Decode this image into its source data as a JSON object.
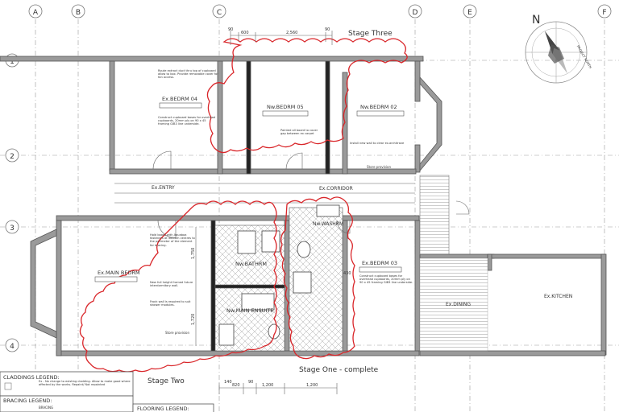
{
  "grid": {
    "columns": [
      "A",
      "B",
      "C",
      "D",
      "E",
      "F"
    ],
    "rows": [
      "1",
      "2",
      "3",
      "4"
    ]
  },
  "stages": {
    "three": "Stage Three",
    "two": "Stage Two",
    "one": "Stage One - complete"
  },
  "rooms": {
    "bedrm04": "Ex.BEDRM 04",
    "bedrm05": "Nw.BEDRM 05",
    "bedrm02": "Nw.BEDRM 02",
    "entry": "Ex.ENTRY",
    "corridor": "Ex.CORRIDOR",
    "bathrm": "Nw.BATHRM",
    "wash": "Nw.WASHRM",
    "bedrm03": "Ex.BEDRM 03",
    "main_bedrm": "Ex.MAIN BEDRM",
    "main_ensuite": "Nw.MAIN ENSUITE",
    "dining": "Ex.DINING",
    "kitchen": "Ex.KITCHEN"
  },
  "dims": {
    "top_90a": "90",
    "top_600": "600",
    "top_2560": "2,560",
    "top_90b": "90",
    "left_1750": "1,750",
    "left_1720": "1,720",
    "right_430": "430",
    "bot_140": "140",
    "bot_90": "90",
    "bot_820": "820",
    "bot_1200a": "1,200",
    "bot_1200b": "1,200"
  },
  "notes": {
    "route_extract": "Route extract duct thru top of cupboard allow to box. Provide removable cover for fan access.",
    "construct_cupboard_04": "Construct cupboard bases for overhead cupboards, 20mm ply on 90 x 45 framing GIB3 line underside.",
    "painted_board": "Painted all board to cover gap between ex carpet",
    "install_wall": "Install new wall to clear ex.architrave",
    "store_provision_top": "Store provision",
    "store_provision_bot": "Store provision",
    "hold_aquaboa": "Hold board with Aquaboa fasteners at 300mm centres to the perimeter of the element for bracing.",
    "new_full_height": "New full height framed future interdormitory wall.",
    "frock_wall": "Frock wall is required to suit shower modules.",
    "construct_cupboard_03": "Construct cupboard bases for overhead cupboards, 20mm ply on 90 x 45 framing GIB3 line underside."
  },
  "legend": {
    "claddings_title": "CLADDINGS LEGEND:",
    "claddings_text": "Ex - No change to existing cladding. Allow to make good where affected by the works. Repaint/ Not repainted",
    "bracing_title": "BRACING LEGEND:",
    "bracing_text": "BRACING",
    "flooring_title": "FLOORING LEGEND:"
  },
  "north": {
    "label": "N",
    "arc_text": "PROJECT NORTH"
  }
}
